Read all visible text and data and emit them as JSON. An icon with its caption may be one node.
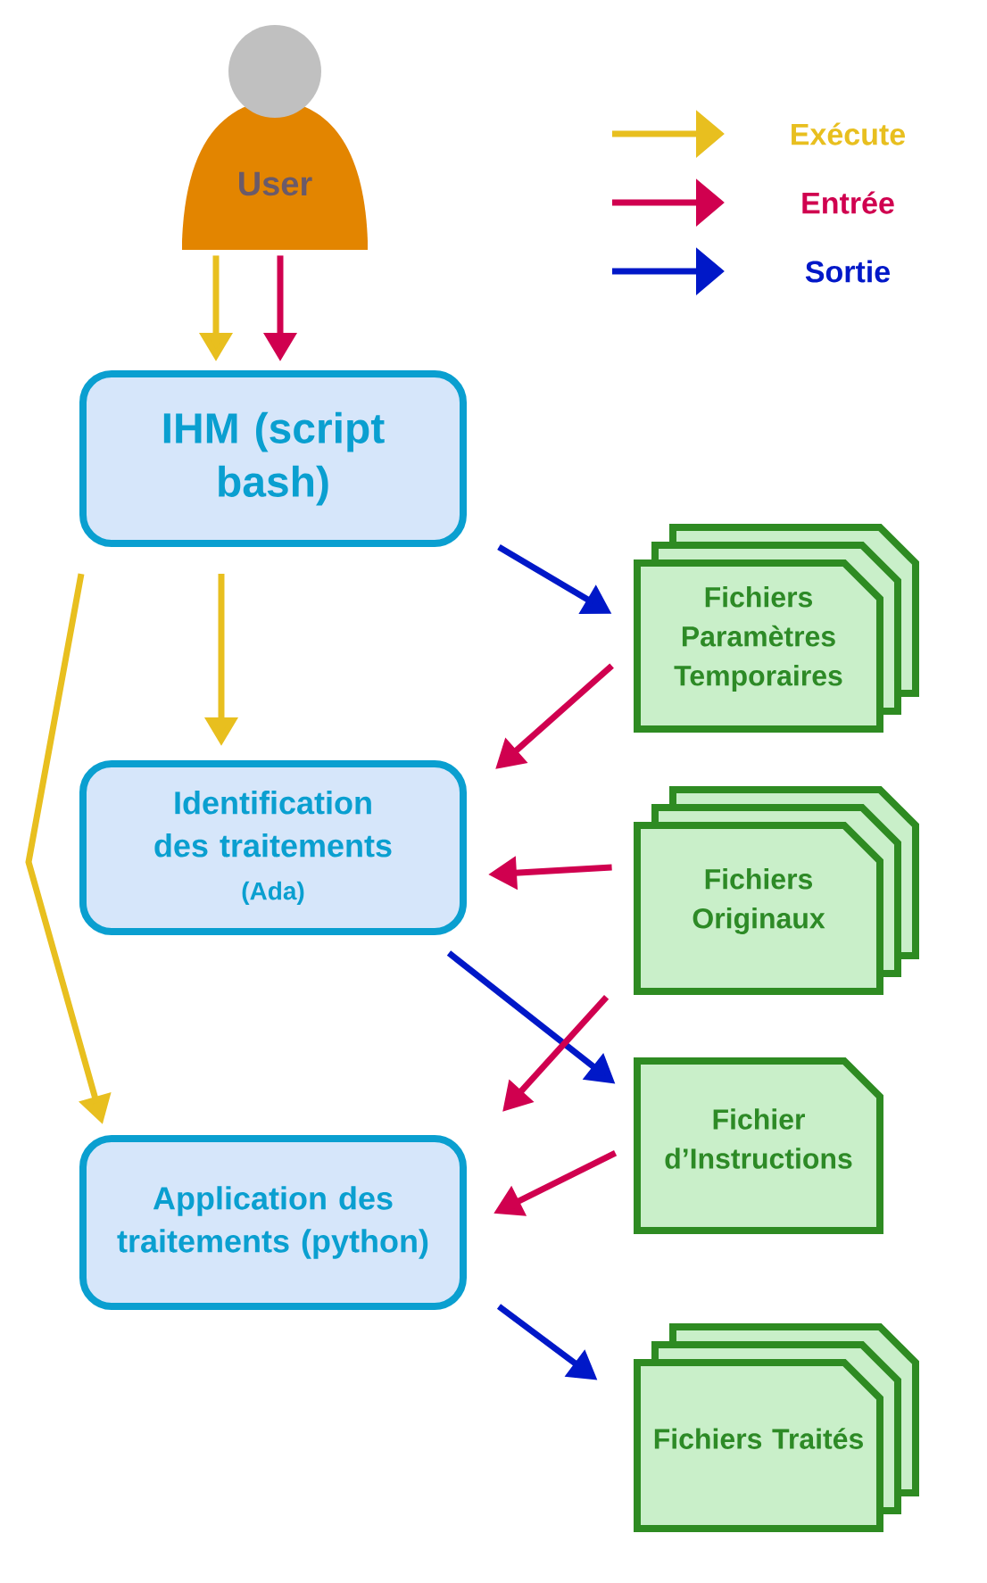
{
  "diagram": {
    "nodes": [
      {
        "text": [
          "User"
        ]
      },
      {
        "text": [
          "IHM (script bash)"
        ]
      },
      {
        "text": [
          "Identification des traitements",
          "(Ada)"
        ]
      },
      {
        "text": [
          "Application des traitements (python)"
        ]
      },
      {
        "text": [
          "Fichiers Paramètres Temporaires"
        ]
      },
      {
        "text": [
          "Fichiers Originaux"
        ]
      },
      {
        "text": [
          "Fichier d’Instructions"
        ]
      },
      {
        "text": [
          "Fichiers Traités"
        ]
      }
    ],
    "edges": [
      {
        "from": 0,
        "to": 1,
        "arrow": "to",
        "color": "#e8bf1f"
      },
      {
        "from": 0,
        "to": 1,
        "arrow": "to",
        "color": "#d0004f"
      },
      {
        "from": 1,
        "to": 2,
        "arrow": "to",
        "color": "#e8bf1f"
      },
      {
        "from": 1,
        "to": 3,
        "arrow": "to",
        "color": "#e8bf1f"
      },
      {
        "from": 1,
        "to": 4,
        "arrow": "to",
        "color": "#0018c8"
      },
      {
        "from": 4,
        "to": 2,
        "arrow": "to",
        "color": "#d0004f"
      },
      {
        "from": 5,
        "to": 2,
        "arrow": "to",
        "color": "#d0004f"
      },
      {
        "from": 2,
        "to": 6,
        "arrow": "to",
        "color": "#0018c8"
      },
      {
        "from": 5,
        "to": 3,
        "arrow": "to",
        "color": "#d0004f"
      },
      {
        "from": 6,
        "to": 3,
        "arrow": "to",
        "color": "#d0004f"
      },
      {
        "from": 3,
        "to": 7,
        "arrow": "to",
        "color": "#0018c8"
      }
    ],
    "legend": [
      {
        "text": "Exécute",
        "color": "#e8bf1f"
      },
      {
        "text": "Entrée",
        "color": "#d0004f"
      },
      {
        "text": "Sortie",
        "color": "#0018c8"
      }
    ]
  }
}
